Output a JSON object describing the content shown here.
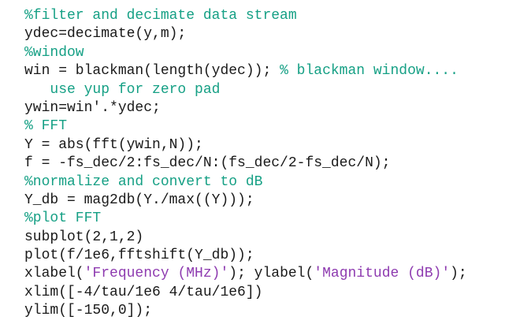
{
  "editor": {
    "language": "matlab",
    "background": "#ffffff",
    "colors": {
      "comment": "#16a085",
      "code": "#1a1a1a",
      "string": "#8e3bb0"
    },
    "lines": [
      {
        "segments": [
          {
            "t": "%filter and decimate data stream",
            "c": "comment"
          }
        ]
      },
      {
        "segments": [
          {
            "t": "ydec=decimate(y,m);",
            "c": "code"
          }
        ]
      },
      {
        "segments": [
          {
            "t": "%window",
            "c": "comment"
          }
        ]
      },
      {
        "segments": [
          {
            "t": "win = blackman(length(ydec)); ",
            "c": "code"
          },
          {
            "t": "% blackman window....",
            "c": "comment"
          }
        ]
      },
      {
        "segments": [
          {
            "t": "   use yup for zero pad",
            "c": "comment"
          }
        ]
      },
      {
        "segments": [
          {
            "t": "ywin=win'.*ydec;",
            "c": "code"
          }
        ]
      },
      {
        "segments": [
          {
            "t": "% FFT",
            "c": "comment"
          }
        ]
      },
      {
        "segments": [
          {
            "t": "Y = abs(fft(ywin,N));",
            "c": "code"
          }
        ]
      },
      {
        "segments": [
          {
            "t": "f = -fs_dec/2:fs_dec/N:(fs_dec/2-fs_dec/N);",
            "c": "code"
          }
        ]
      },
      {
        "segments": [
          {
            "t": "%normalize and convert to dB",
            "c": "comment"
          }
        ]
      },
      {
        "segments": [
          {
            "t": "Y_db = mag2db(Y./max((Y)));",
            "c": "code"
          }
        ]
      },
      {
        "segments": [
          {
            "t": "%plot FFT",
            "c": "comment"
          }
        ]
      },
      {
        "segments": [
          {
            "t": "subplot(2,1,2)",
            "c": "code"
          }
        ]
      },
      {
        "segments": [
          {
            "t": "plot(f/1e6,fftshift(Y_db));",
            "c": "code"
          }
        ]
      },
      {
        "segments": [
          {
            "t": "xlabel(",
            "c": "code"
          },
          {
            "t": "'Frequency (MHz)'",
            "c": "string"
          },
          {
            "t": "); ylabel(",
            "c": "code"
          },
          {
            "t": "'Magnitude (dB)'",
            "c": "string"
          },
          {
            "t": ");",
            "c": "code"
          }
        ]
      },
      {
        "segments": [
          {
            "t": "xlim([-4/tau/1e6 4/tau/1e6])",
            "c": "code"
          }
        ]
      },
      {
        "segments": [
          {
            "t": "ylim([-150,0]);",
            "c": "code"
          }
        ]
      }
    ]
  }
}
